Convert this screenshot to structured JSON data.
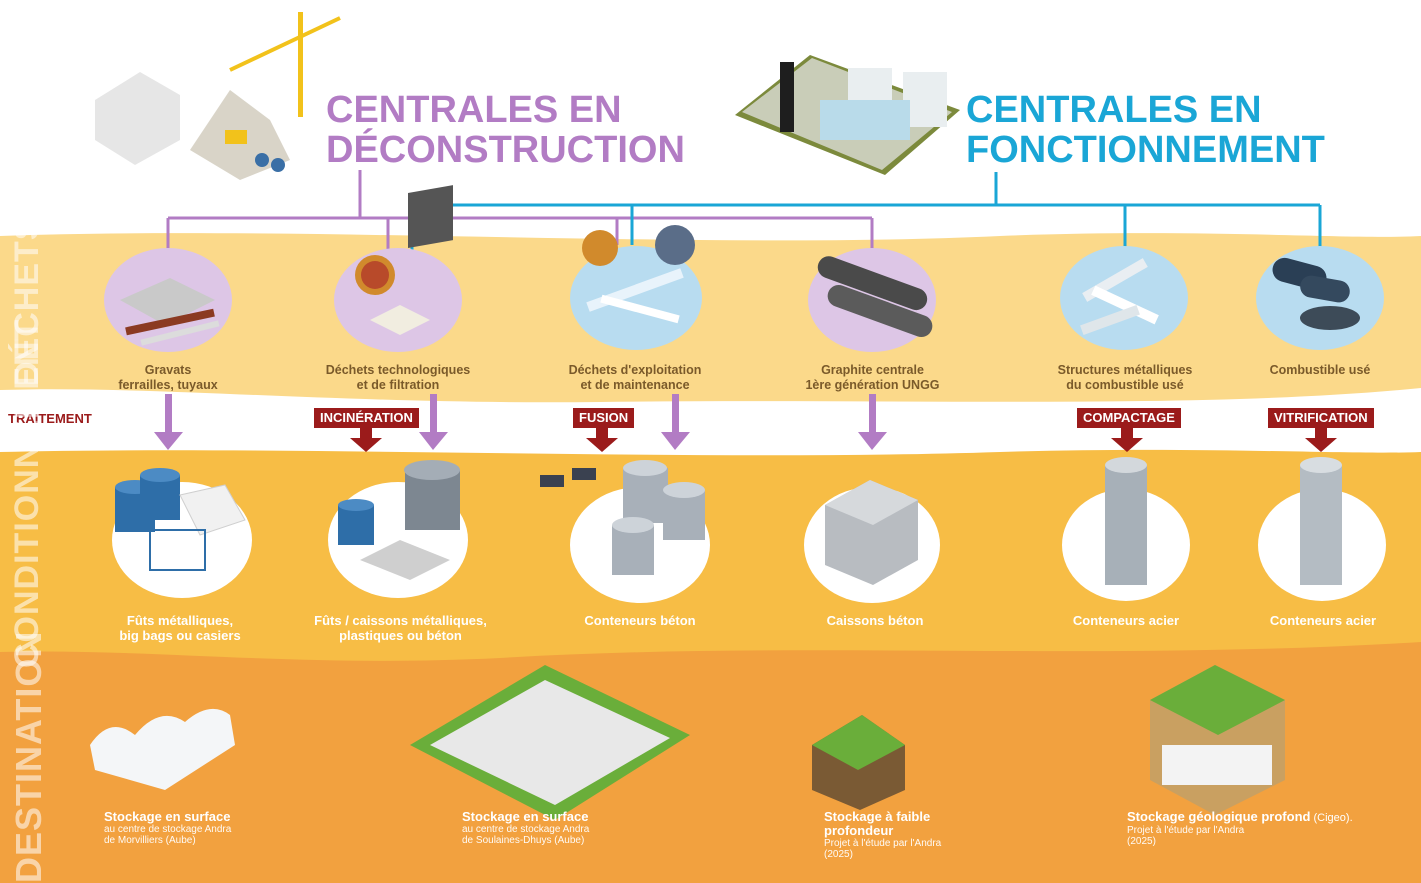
{
  "titles": {
    "deconstruction": "CENTRALES EN DÉCONSTRUCTION",
    "deconstruction_line1": "CENTRALES EN",
    "deconstruction_line2": "DÉCONSTRUCTION",
    "operation_line1": "CENTRALES EN",
    "operation_line2": "FONCTIONNEMENT"
  },
  "colors": {
    "deconstruction": "#b27cc4",
    "operation": "#1aa6d6",
    "dechets_band": "#fbd98a",
    "conditionnement_band": "#f7bd45",
    "destination_band": "#f2a13f",
    "treatment": "#9b1b1b"
  },
  "side_labels": {
    "dechets": "DÉCHETS",
    "traitement": "TRAITEMENT",
    "conditionnement": "CONDITIONNEMENT",
    "destination": "DESTINATION"
  },
  "waste": [
    {
      "line1": "Gravats",
      "line2": "ferrailles, tuyaux"
    },
    {
      "line1": "Déchets technologiques",
      "line2": "et de filtration"
    },
    {
      "line1": "Déchets d'exploitation",
      "line2": "et de maintenance"
    },
    {
      "line1": "Graphite centrale",
      "line2": "1ère génération UNGG"
    },
    {
      "line1": "Structures métalliques",
      "line2": "du combustible usé"
    },
    {
      "line1": "Combustible usé",
      "line2": ""
    }
  ],
  "treatments": [
    "INCINÉRATION",
    "FUSION",
    "COMPACTAGE",
    "VITRIFICATION"
  ],
  "packaging": [
    {
      "line1": "Fûts métalliques,",
      "line2": "big bags ou casiers"
    },
    {
      "line1": "Fûts / caissons métalliques,",
      "line2": "plastiques ou béton"
    },
    {
      "line1": "Conteneurs béton",
      "line2": ""
    },
    {
      "line1": "Caissons béton",
      "line2": ""
    },
    {
      "line1": "Conteneurs acier",
      "line2": ""
    },
    {
      "line1": "Conteneurs acier",
      "line2": ""
    }
  ],
  "destinations": [
    {
      "title": "Stockage en surface",
      "sub1": "au centre de stockage Andra",
      "sub2": "de Morvilliers (Aube)",
      "sub3": ""
    },
    {
      "title": "Stockage en surface",
      "sub1": "au centre de stockage Andra",
      "sub2": "de Soulaines-Dhuys (Aube)",
      "sub3": ""
    },
    {
      "title": "Stockage à faible",
      "title2": "profondeur",
      "sub1": "Projet à l'étude par l'Andra",
      "sub2": "(2025)",
      "sub3": ""
    },
    {
      "title": "Stockage géologique profond",
      "title_suffix": " (Cigeo).",
      "sub1": "Projet à l'étude par l'Andra",
      "sub2": "(2025)",
      "sub3": ""
    }
  ]
}
